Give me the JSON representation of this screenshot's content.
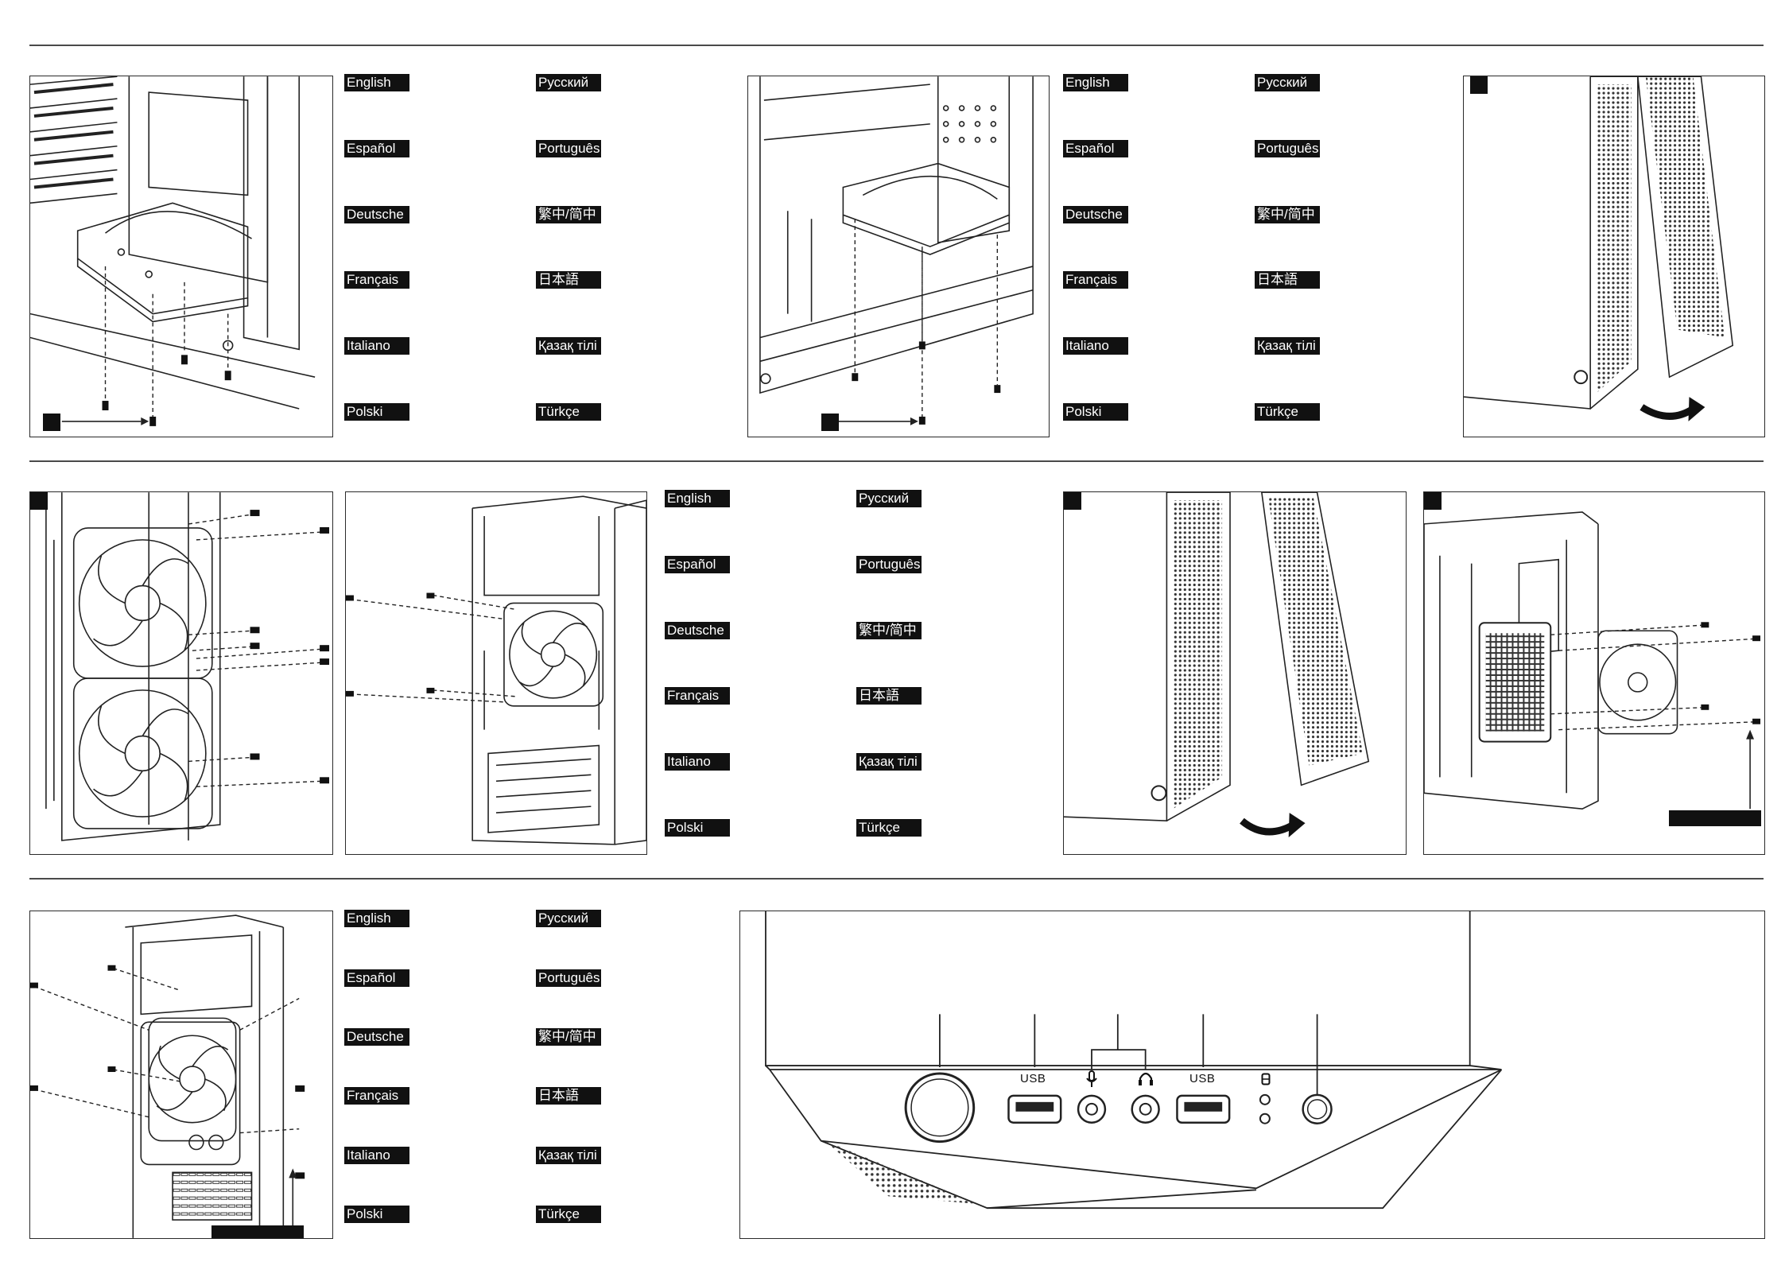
{
  "languages": {
    "col_a": [
      "English",
      "Español",
      "Deutsche",
      "Français",
      "Italiano",
      "Polski"
    ],
    "col_b": [
      "Русский",
      "Português",
      "繁中/简中",
      "日本語",
      "Қазақ тілі",
      "Türkçe"
    ]
  },
  "io_panel": {
    "usb_label_1": "USB",
    "usb_label_2": "USB"
  },
  "icons": [
    "microphone-icon",
    "headphone-icon",
    "hdd-led-icon",
    "power-button-icon",
    "reset-button-icon",
    "usb-port-icon",
    "audio-jack-icon"
  ],
  "colors": {
    "line": "#2a2a2a",
    "label_bg": "#111111",
    "label_text": "#ffffff",
    "background": "#ffffff"
  }
}
